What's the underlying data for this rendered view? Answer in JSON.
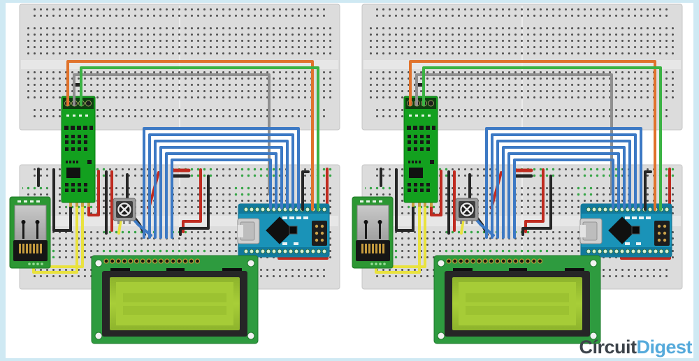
{
  "logo": {
    "part1": "Círcuit",
    "part2": "Digest",
    "color_primary": "#3c434a",
    "color_accent": "#55aadb"
  },
  "canvas": {
    "background": "#ffffff",
    "frame_color": "#cfe9f3",
    "breadboard_color": "#dcdcdc",
    "hole_color": "#4f4f4f",
    "connected_hole_color": "#35a546"
  },
  "components": {
    "left_circuit": [
      "breadboard-top",
      "breadboard-bottom",
      "rs485-module",
      "rj45-jack-module",
      "potentiometer",
      "arduino-nano",
      "lcd1602-display"
    ],
    "right_circuit": [
      "breadboard-top",
      "breadboard-bottom",
      "rs485-module",
      "rj45-jack-module",
      "potentiometer",
      "arduino-nano",
      "lcd1602-display"
    ]
  },
  "wire_colors": {
    "orange": "#e0732c",
    "green": "#3bb344",
    "gray": "#8f8f8f",
    "blue": "#3c79c4",
    "red": "#bf2b20",
    "black": "#262626",
    "yellow": "#e9e23e"
  }
}
